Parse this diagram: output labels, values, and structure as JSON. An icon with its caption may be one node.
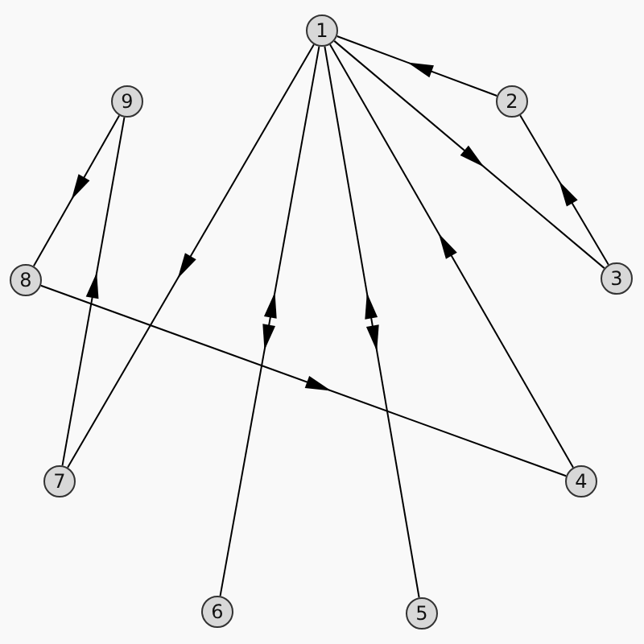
{
  "diagram": {
    "nodes": [
      {
        "text": [
          "1"
        ]
      },
      {
        "text": [
          "2"
        ]
      },
      {
        "text": [
          "3"
        ]
      },
      {
        "text": [
          "4"
        ]
      },
      {
        "text": [
          "5"
        ]
      },
      {
        "text": [
          "6"
        ]
      },
      {
        "text": [
          "7"
        ]
      },
      {
        "text": [
          "8"
        ]
      },
      {
        "text": [
          "9"
        ]
      }
    ],
    "edges": [
      {
        "from": 1,
        "to": 0,
        "arrow": "to"
      },
      {
        "from": 0,
        "to": 2,
        "arrow": "to"
      },
      {
        "from": 2,
        "to": 1,
        "arrow": "to"
      },
      {
        "from": 0,
        "to": 6,
        "arrow": "to"
      },
      {
        "from": 0,
        "to": 5,
        "arrow": "both"
      },
      {
        "from": 0,
        "to": 4,
        "arrow": "both"
      },
      {
        "from": 3,
        "to": 0,
        "arrow": "to"
      },
      {
        "from": 8,
        "to": 7,
        "arrow": "to"
      },
      {
        "from": 6,
        "to": 8,
        "arrow": "to"
      },
      {
        "from": 7,
        "to": 3,
        "arrow": "to"
      }
    ]
  }
}
